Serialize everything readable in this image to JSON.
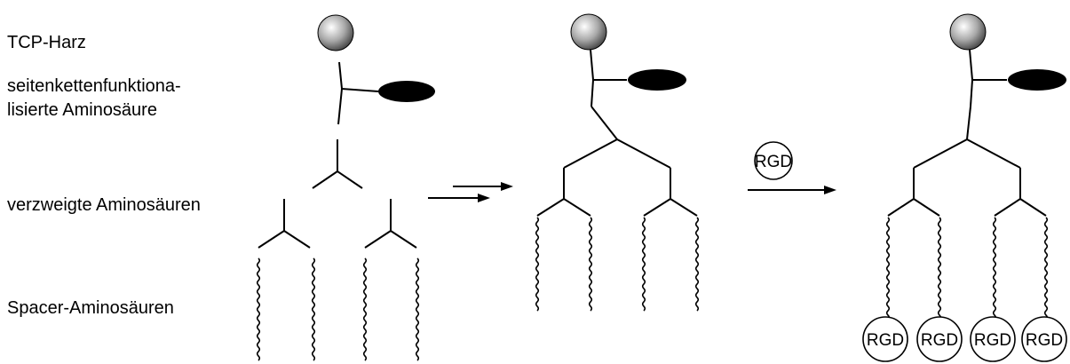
{
  "labels": {
    "resin": "TCP-Harz",
    "sidechain_line1": "seitenkettenfunktiona-",
    "sidechain_line2": "lisierte Aminosäure",
    "branched": "verzweigte Aminosäuren",
    "spacer": "Spacer-Aminosäuren"
  },
  "reagent": "RGD",
  "rgd_labels": [
    "RGD",
    "RGD",
    "RGD",
    "RGD"
  ],
  "colors": {
    "stroke": "#000000",
    "bead_highlight": "#ffffff",
    "bead_shadow": "#404040"
  }
}
